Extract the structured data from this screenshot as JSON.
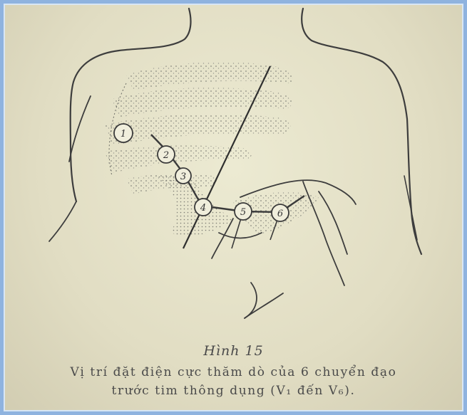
{
  "figure": {
    "title": "Hình 15",
    "caption_line1": "Vị trí đặt điện cực thăm dò của 6 chuyển đạo",
    "caption_line2": "trước tim thông dụng (V₁ đến V₆).",
    "electrodes": [
      {
        "id": "V1",
        "label": "1"
      },
      {
        "id": "V2",
        "label": "2"
      },
      {
        "id": "V3",
        "label": "3"
      },
      {
        "id": "V4",
        "label": "4"
      },
      {
        "id": "V5",
        "label": "5"
      },
      {
        "id": "V6",
        "label": "6"
      }
    ]
  },
  "colors": {
    "frame": "#8fb3df",
    "paper": "#e6e2c9",
    "ink": "#3a3a3a",
    "stipple": "#8a8a80"
  }
}
